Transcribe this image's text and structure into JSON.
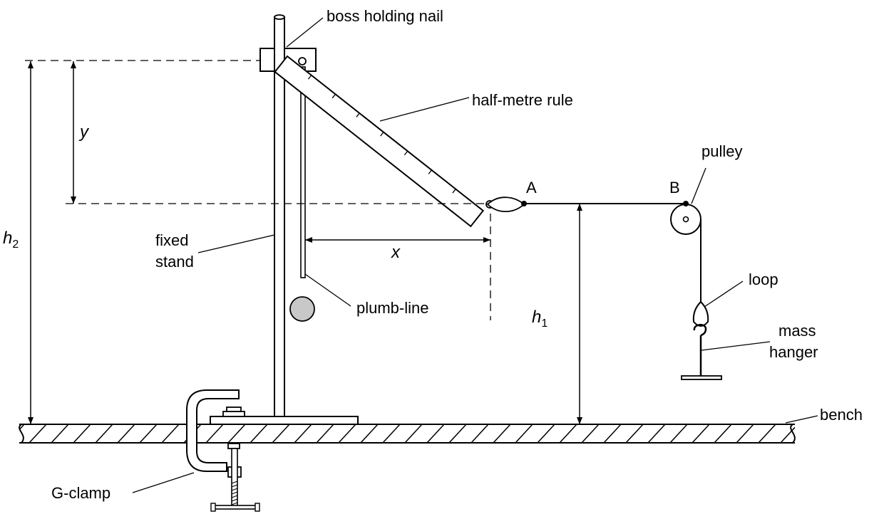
{
  "labels": {
    "boss": "boss holding nail",
    "rule": "half-metre rule",
    "pulley": "pulley",
    "point_a": "A",
    "point_b": "B",
    "y": "y",
    "x": "x",
    "h2_main": "h",
    "h2_sub": "2",
    "h1_main": "h",
    "h1_sub": "1",
    "fixed": "fixed",
    "stand": "stand",
    "plumb": "plumb-line",
    "loop": "loop",
    "mass": "mass",
    "hanger": "hanger",
    "bench": "bench",
    "gclamp": "G-clamp"
  }
}
